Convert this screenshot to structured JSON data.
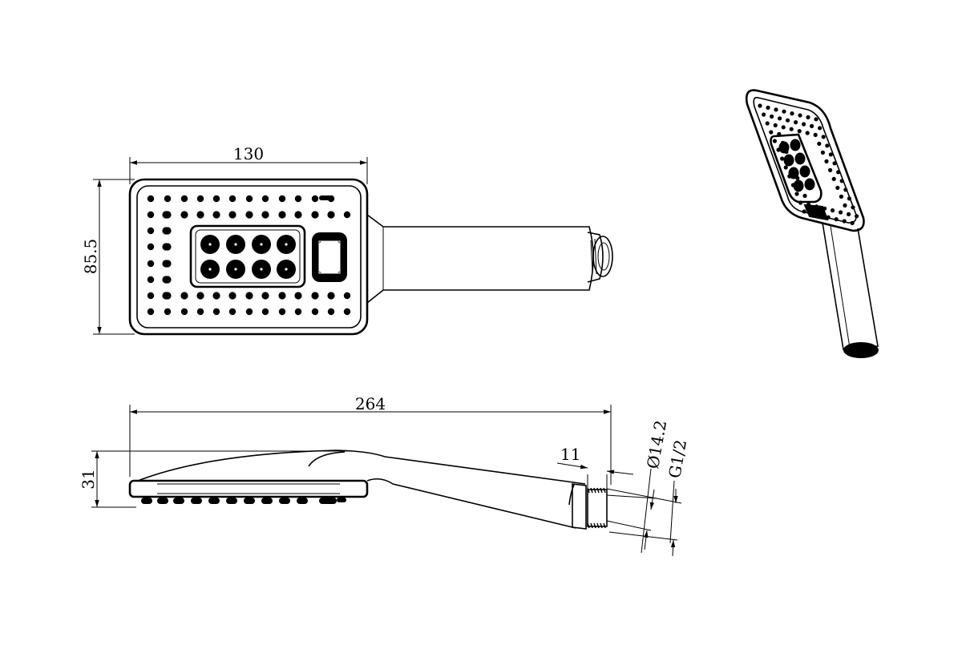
{
  "dimensions": {
    "width": "130",
    "height": "85.5",
    "length": "264",
    "thickness": "31",
    "thread_length": "11",
    "diameter": "Ø14.2",
    "thread": "G1/2"
  },
  "colors": {
    "line": "#000000",
    "background": "#ffffff"
  }
}
